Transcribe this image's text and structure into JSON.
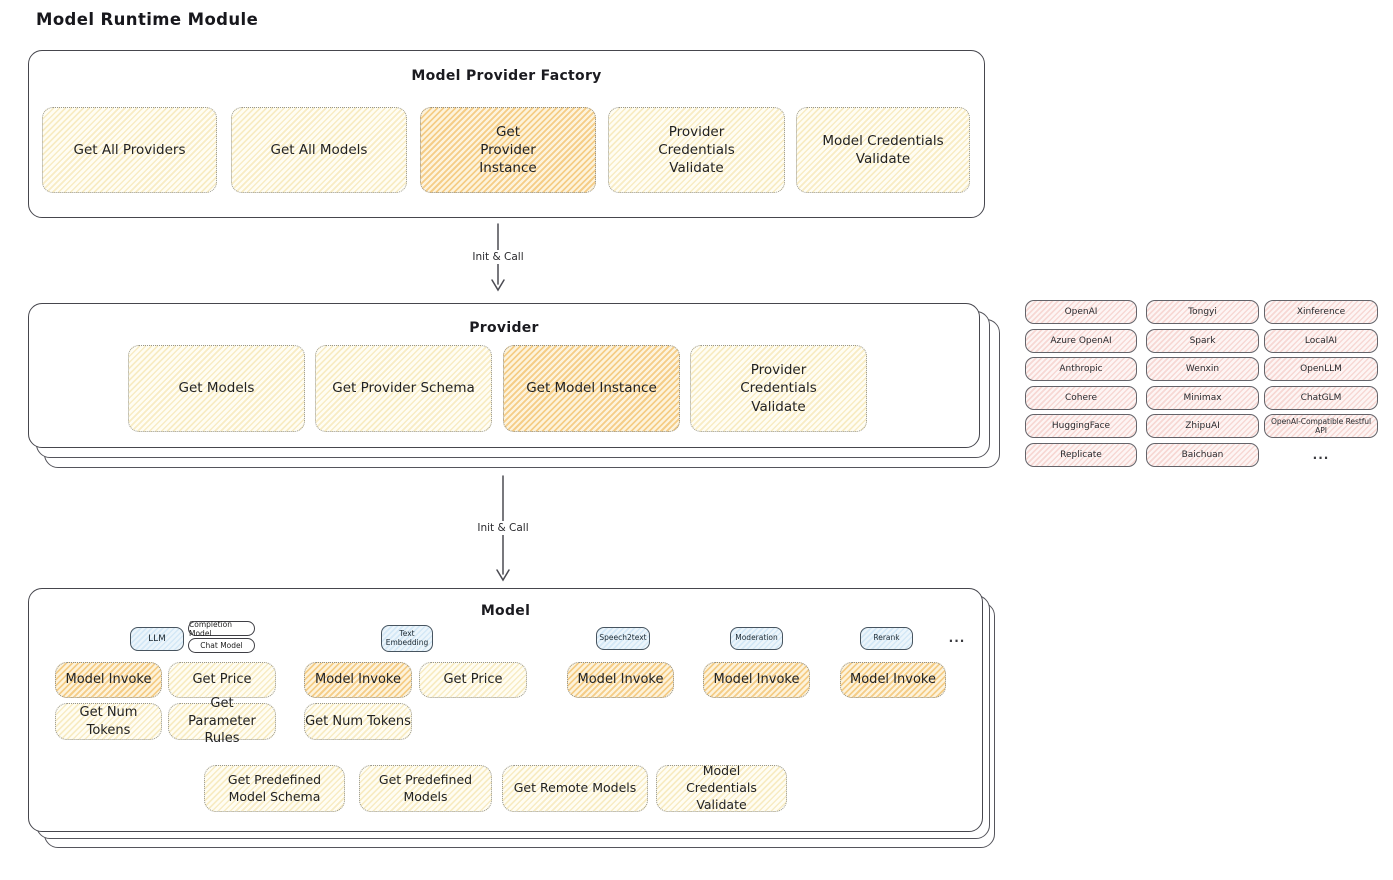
{
  "page_title": "Model Runtime Module",
  "factory": {
    "title": "Model Provider Factory",
    "boxes": [
      {
        "label": "Get All Providers"
      },
      {
        "label": "Get All Models"
      },
      {
        "label": "Get Provider Instance"
      },
      {
        "label": "Provider Credentials Validate"
      },
      {
        "label": "Model Credentials Validate"
      }
    ]
  },
  "arrows": [
    {
      "label": "Init & Call"
    },
    {
      "label": "Init & Call"
    }
  ],
  "provider": {
    "title": "Provider",
    "boxes": [
      {
        "label": "Get Models"
      },
      {
        "label": "Get Provider Schema"
      },
      {
        "label": "Get Model Instance"
      },
      {
        "label": "Provider Credentials Validate"
      }
    ]
  },
  "providers_list": {
    "rows": [
      [
        "OpenAI",
        "Tongyi",
        "Xinference"
      ],
      [
        "Azure OpenAI",
        "Spark",
        "LocalAI"
      ],
      [
        "Anthropic",
        "Wenxin",
        "OpenLLM"
      ],
      [
        "Cohere",
        "Minimax",
        "ChatGLM"
      ],
      [
        "HuggingFace",
        "ZhipuAI",
        "OpenAI-Compatible Restful API"
      ],
      [
        "Replicate",
        "Baichuan",
        "..."
      ]
    ]
  },
  "model": {
    "title": "Model",
    "tags": {
      "llm": "LLM",
      "completion_model": "Completion Model",
      "chat_model": "Chat Model",
      "text_embedding": "Text Embedding",
      "speech2text": "Speech2text",
      "moderation": "Moderation",
      "rerank": "Rerank",
      "ellipsis": "..."
    },
    "ops": {
      "model_invoke": "Model Invoke",
      "get_price": "Get Price",
      "get_num_tokens": "Get Num Tokens",
      "get_parameter_rules": "Get Parameter Rules"
    },
    "bottom_boxes": [
      {
        "label": "Get Predefined Model Schema"
      },
      {
        "label": "Get Predefined Models"
      },
      {
        "label": "Get Remote Models"
      },
      {
        "label": "Model Credentials Validate"
      }
    ]
  },
  "colors": {
    "yellow_fill": "#fffdf3",
    "yellow_hatch": "#f8ecc4",
    "orange_fill": "#fdf3dc",
    "orange_hatch": "#f5cd87",
    "pink_fill": "#fdf5f4",
    "pink_hatch": "#f7d8d4",
    "blue_fill": "#ecf5fb",
    "blue_hatch": "#d4e8f6",
    "container_border": "#46464d"
  }
}
